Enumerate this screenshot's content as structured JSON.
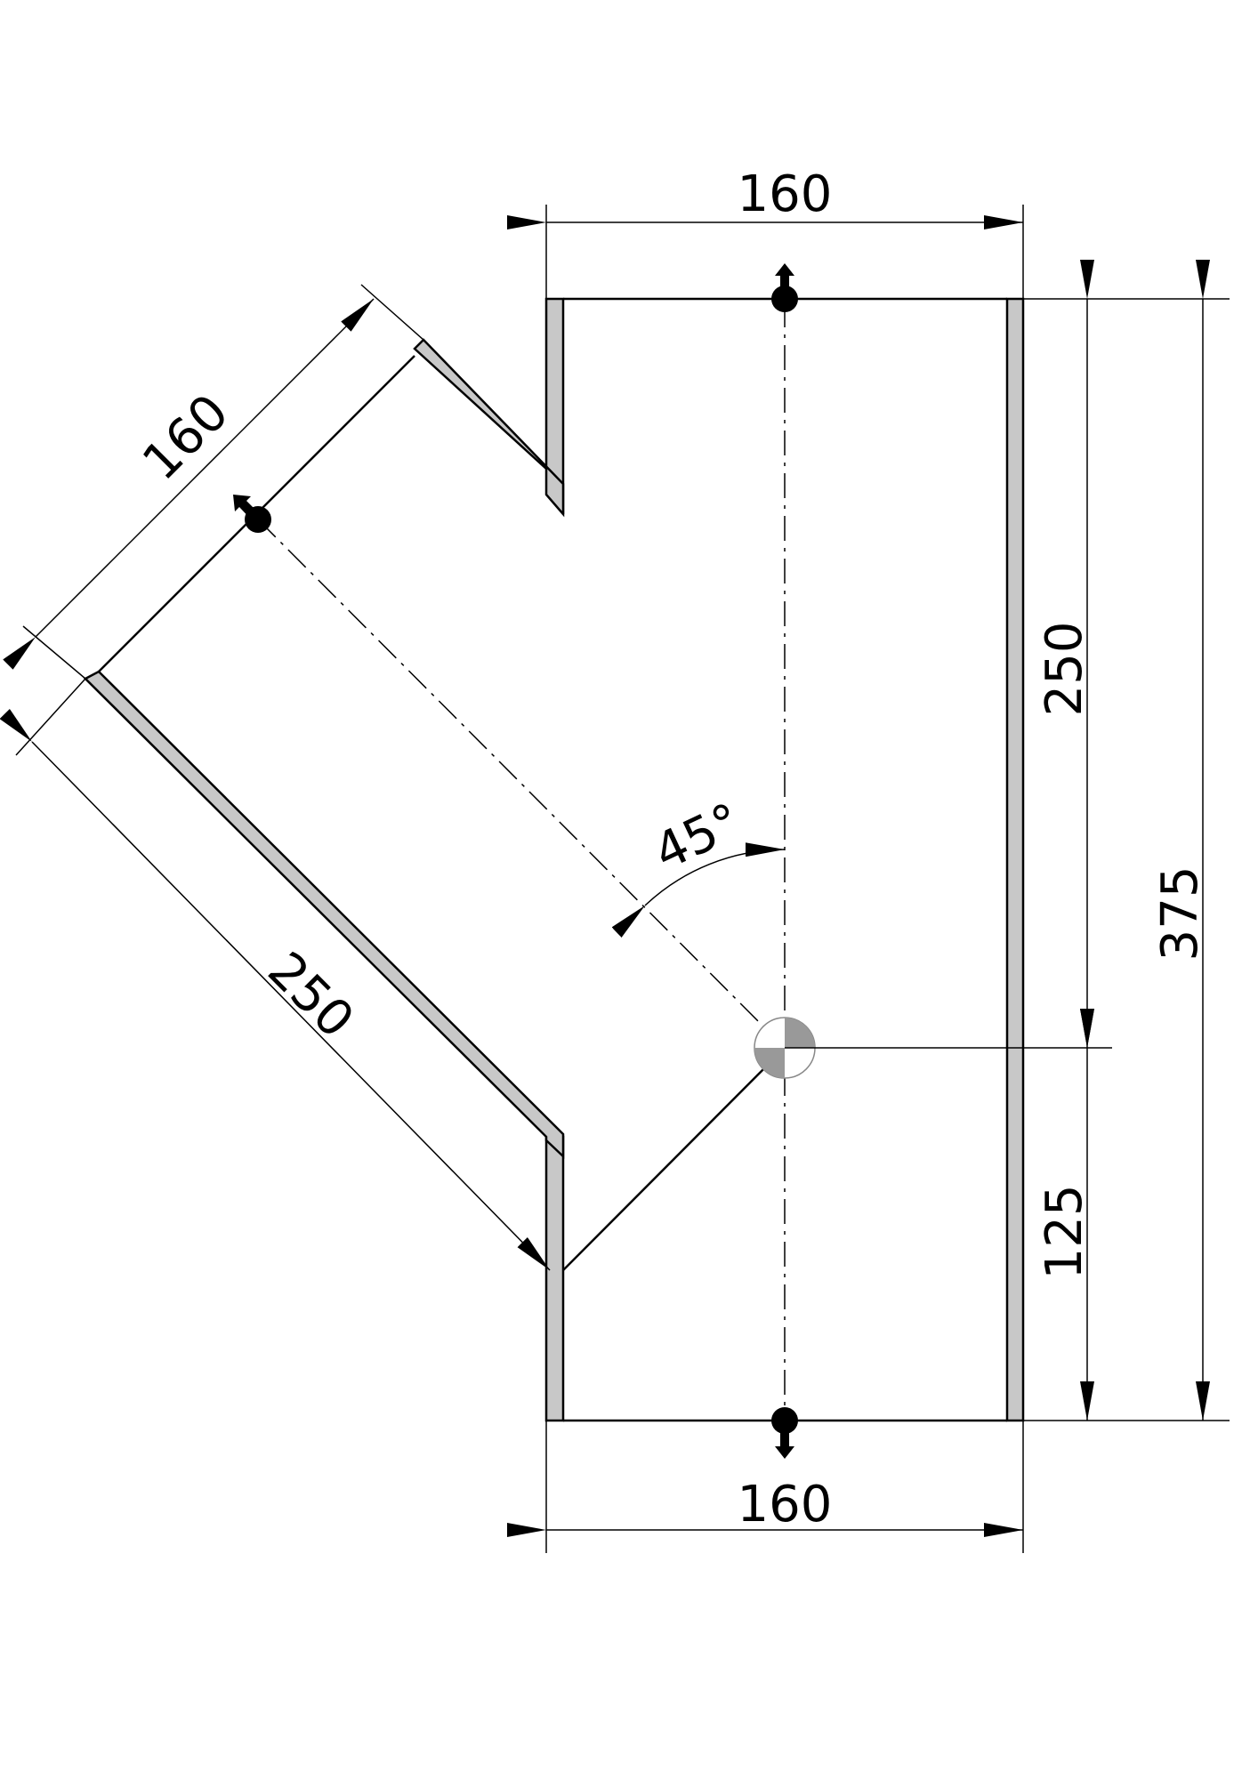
{
  "dimensions": {
    "top_width": "160",
    "branch_width": "160",
    "branch_length": "250",
    "angle": "45°",
    "upper_height": "250",
    "total_height": "375",
    "lower_height": "125",
    "bottom_width": "160"
  },
  "colors": {
    "wall_fill": "#c8c8c8",
    "line": "#000000",
    "background": "#ffffff"
  }
}
